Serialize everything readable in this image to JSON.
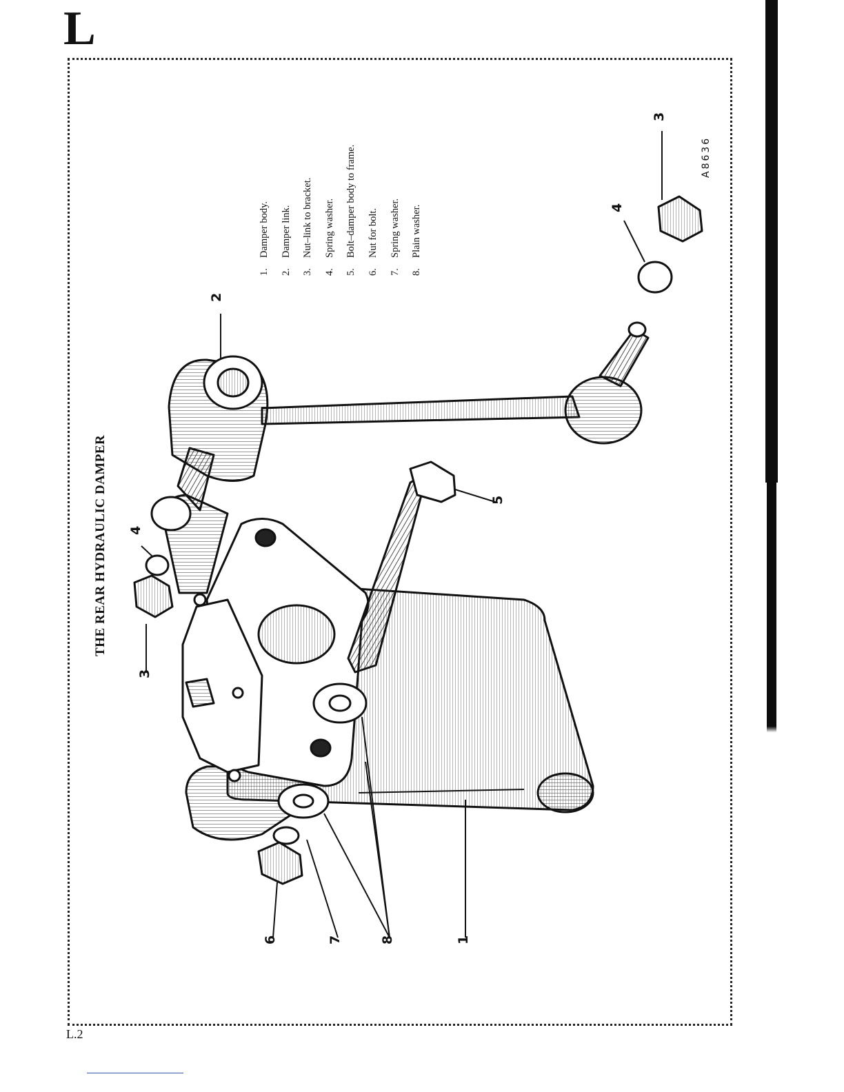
{
  "page": {
    "section_letter": "L",
    "page_number": "L.2",
    "figure_title": "THE REAR HYDRAULIC DAMPER",
    "figure_reference": "A8636"
  },
  "legend": [
    {
      "num": "1.",
      "text": "Damper body."
    },
    {
      "num": "2.",
      "text": "Damper link."
    },
    {
      "num": "3.",
      "text": "Nut–link to bracket."
    },
    {
      "num": "4.",
      "text": "Spring washer."
    },
    {
      "num": "5.",
      "text": "Bolt–damper body to frame."
    },
    {
      "num": "6.",
      "text": "Nut for bolt."
    },
    {
      "num": "7.",
      "text": "Spring washer."
    },
    {
      "num": "8.",
      "text": "Plain washer."
    }
  ],
  "callouts": {
    "c1": "1",
    "c2": "2",
    "c3_left": "3",
    "c3_right": "3",
    "c4_left": "4",
    "c4_right": "4",
    "c5": "5",
    "c6": "6",
    "c7": "7",
    "c8": "8"
  },
  "colors": {
    "ink": "#111111",
    "paper": "#ffffff"
  }
}
